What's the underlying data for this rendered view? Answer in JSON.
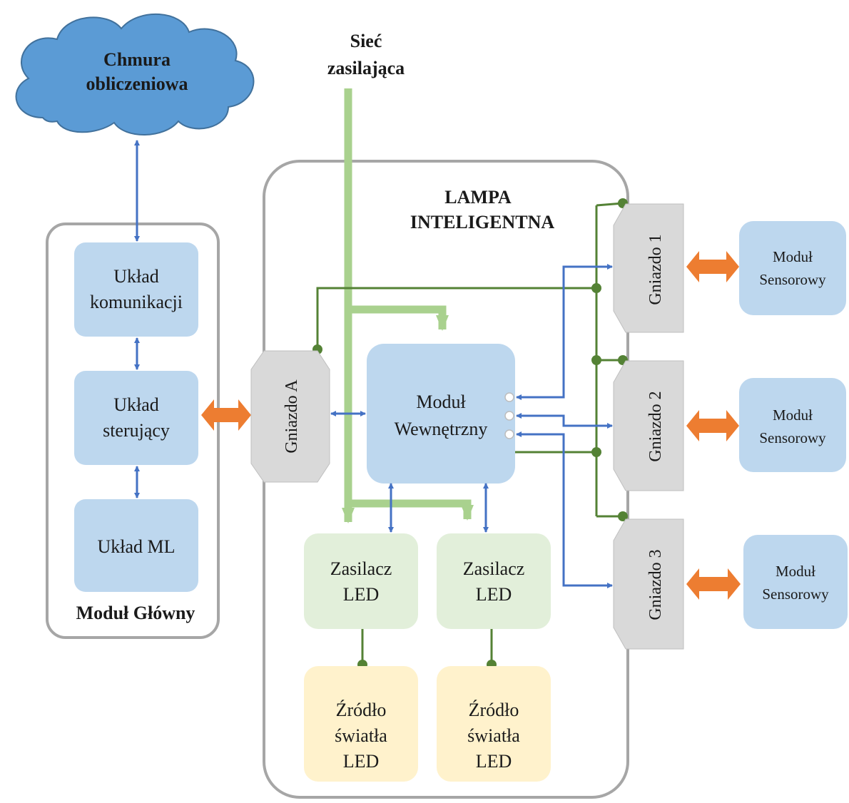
{
  "cloud": {
    "line1": "Chmura",
    "line2": "obliczeniowa"
  },
  "mains": {
    "line1": "Sieć",
    "line2": "zasilająca"
  },
  "lamp": {
    "line1": "LAMPA",
    "line2": "INTELIGENTNA"
  },
  "main_module": {
    "title": "Moduł Główny",
    "comm": {
      "line1": "Układ",
      "line2": "komunikacji"
    },
    "control": {
      "line1": "Układ",
      "line2": "sterujący"
    },
    "ml": {
      "line1": "Układ ML"
    }
  },
  "socket_a": "Gniazdo A",
  "internal_module": {
    "line1": "Moduł",
    "line2": "Wewnętrzny"
  },
  "psu1": {
    "line1": "Zasilacz",
    "line2": "LED"
  },
  "psu2": {
    "line1": "Zasilacz",
    "line2": "LED"
  },
  "led1": {
    "line1": "Źródło",
    "line2": "światła",
    "line3": "LED"
  },
  "led2": {
    "line1": "Źródło",
    "line2": "światła",
    "line3": "LED"
  },
  "sockets": [
    {
      "label": "Gniazdo 1"
    },
    {
      "label": "Gniazdo 2"
    },
    {
      "label": "Gniazdo 3"
    }
  ],
  "sensors": [
    {
      "line1": "Moduł",
      "line2": "Sensorowy"
    },
    {
      "line1": "Moduł",
      "line2": "Sensorowy"
    },
    {
      "line1": "Moduł",
      "line2": "Sensorowy"
    }
  ],
  "colors": {
    "box_blue": "#bdd7ee",
    "cloud_blue": "#5b9bd5",
    "psu_green": "#e2efda",
    "led_yellow": "#fff2cc",
    "socket_gray": "#d9d9d9",
    "power_line": "#a9d18e",
    "data_line": "#4472c4",
    "ground_line": "#548235",
    "orange_arrow": "#ed7d31"
  }
}
